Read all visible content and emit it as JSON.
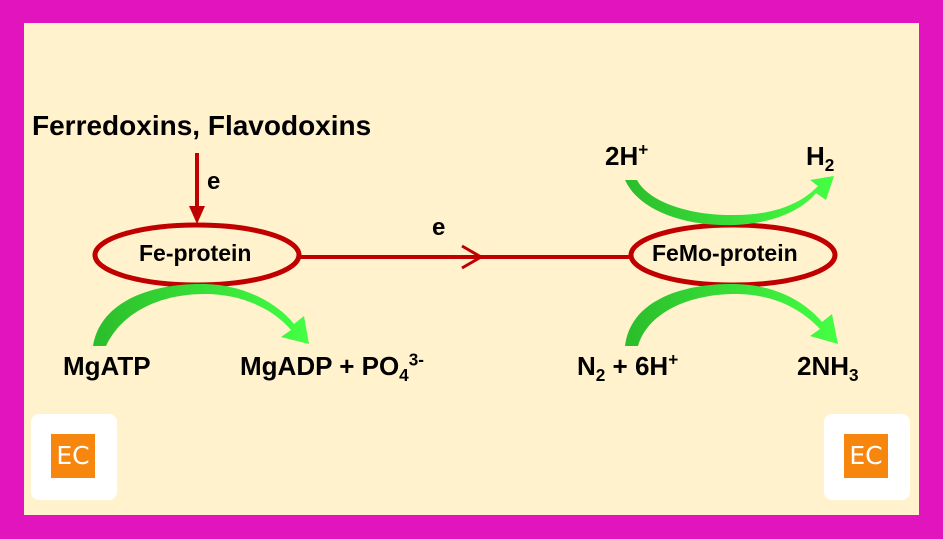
{
  "donors": "Ferredoxins, Flavodoxins",
  "electron_label_1": "e",
  "electron_label_2": "e",
  "fe_protein": "Fe-protein",
  "femo_protein": "FeMo-protein",
  "mgatp": "MgATP",
  "mgadp_prefix": "MgADP + PO",
  "mgadp_sub": "4",
  "mgadp_sup": "3-",
  "proton_left_main": "2H",
  "proton_left_sup": "+",
  "h2_main": "H",
  "h2_sub": "2",
  "n2_main": "N",
  "n2_sub": "2",
  "n2_rest": " + 6H",
  "n2_sup": "+",
  "nh3_main": "2NH",
  "nh3_sub": "3",
  "badge_left": "EC",
  "badge_right": "EC",
  "colors": {
    "frame": "#e214bd",
    "background": "#fff2cc",
    "arrow_red": "#c00000",
    "curve_green": "#33ee33",
    "badge": "#f7860f"
  }
}
